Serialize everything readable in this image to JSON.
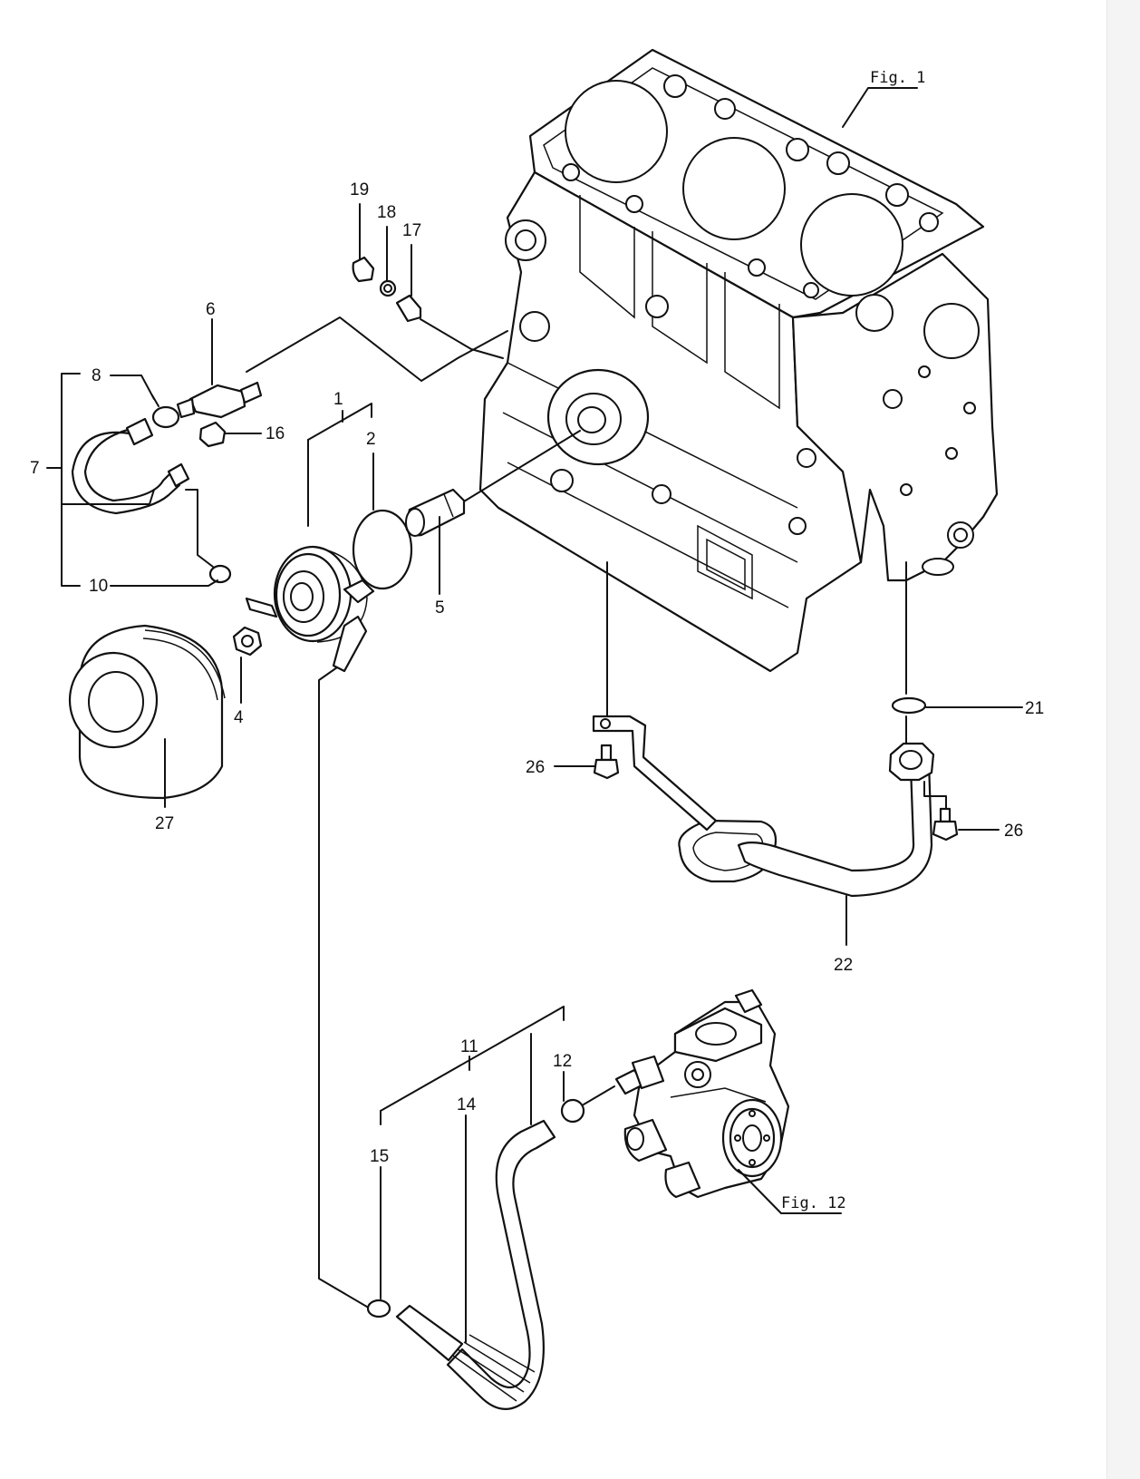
{
  "figure_refs": [
    {
      "id": "fig1",
      "text": "Fig. 1"
    },
    {
      "id": "fig12",
      "text": "Fig. 12"
    }
  ],
  "callouts": [
    {
      "id": "c1",
      "text": "1"
    },
    {
      "id": "c2",
      "text": "2"
    },
    {
      "id": "c4",
      "text": "4"
    },
    {
      "id": "c5",
      "text": "5"
    },
    {
      "id": "c6",
      "text": "6"
    },
    {
      "id": "c7",
      "text": "7"
    },
    {
      "id": "c8",
      "text": "8"
    },
    {
      "id": "c10",
      "text": "10"
    },
    {
      "id": "c11",
      "text": "11"
    },
    {
      "id": "c12",
      "text": "12"
    },
    {
      "id": "c14",
      "text": "14"
    },
    {
      "id": "c15",
      "text": "15"
    },
    {
      "id": "c16",
      "text": "16"
    },
    {
      "id": "c17",
      "text": "17"
    },
    {
      "id": "c18",
      "text": "18"
    },
    {
      "id": "c19",
      "text": "19"
    },
    {
      "id": "c21",
      "text": "21"
    },
    {
      "id": "c22",
      "text": "22"
    },
    {
      "id": "c26a",
      "text": "26"
    },
    {
      "id": "c26b",
      "text": "26"
    },
    {
      "id": "c27",
      "text": "27"
    }
  ]
}
